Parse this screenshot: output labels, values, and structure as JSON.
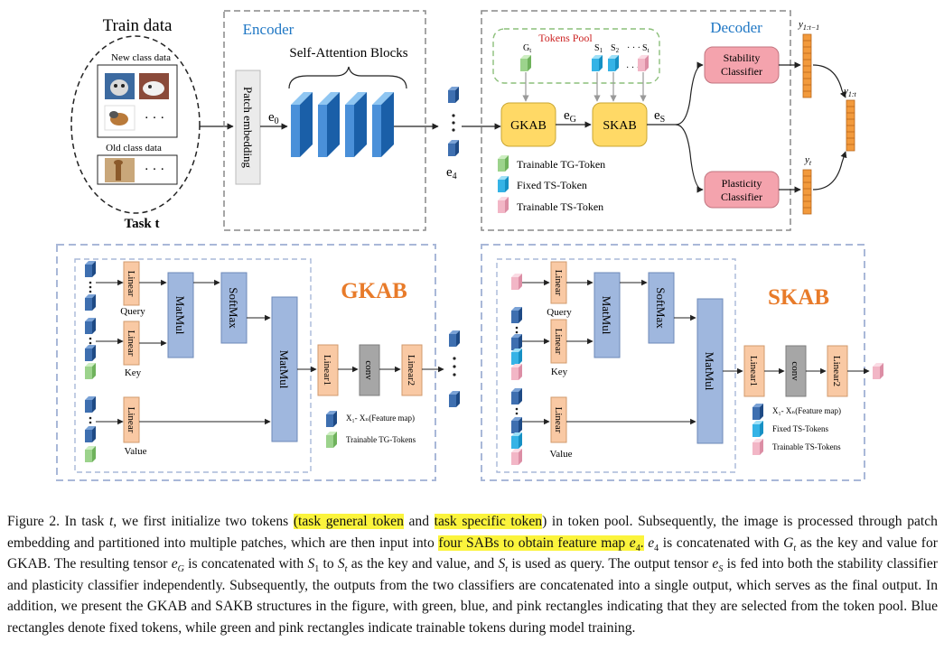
{
  "figure": {
    "train_data": {
      "title": "Train data",
      "new_class_label": "New class data",
      "old_class_label": "Old class data",
      "ellipsis": "· · ·",
      "task_label": "Task t"
    },
    "encoder": {
      "title": "Encoder",
      "patch_embedding": "Patch embedding",
      "sab_label": "Self-Attention Blocks",
      "e0": "e",
      "e0_sub": "0",
      "e4": "e",
      "e4_sub": "4"
    },
    "decoder": {
      "title": "Decoder",
      "tokens_pool_label": "Tokens  Pool",
      "g_token": "G",
      "g_sub": "t",
      "s1": "S",
      "s1_sub": "1",
      "s2": "S",
      "s2_sub": "2",
      "st": "S",
      "st_sub": "t",
      "gkab": "GKAB",
      "skab": "SKAB",
      "eg": "e",
      "eg_sub": "G",
      "es": "e",
      "es_sub": "S",
      "stability": "Stability Classifier",
      "plasticity": "Plasticity Classifier",
      "legend_tg": "Trainable TG-Token",
      "legend_fixed": "Fixed TS-Token",
      "legend_ts": "Trainable TS-Token",
      "y_prev": "y",
      "y_prev_sub": "1:t−1",
      "y_all": "y",
      "y_all_sub": "1:t",
      "y_t": "y",
      "y_t_sub": "t"
    },
    "gkab_panel": {
      "title": "GKAB",
      "linear": "Linear",
      "query": "Query",
      "key": "Key",
      "value": "Value",
      "matmul": "MatMul",
      "softmax": "SoftMax",
      "linear1": "Linear1",
      "conv": "conv",
      "linear2": "Linear2",
      "legend_feature": "X₁- Xₙ(Feature map)",
      "legend_tg": "Trainable TG-Tokens"
    },
    "skab_panel": {
      "title": "SKAB",
      "linear": "Linear",
      "query": "Query",
      "key": "Key",
      "value": "Value",
      "matmul": "MatMul",
      "softmax": "SoftMax",
      "linear1": "Linear1",
      "conv": "conv",
      "linear2": "Linear2",
      "legend_feature": "X₁- Xₙ(Feature map)",
      "legend_fixed": "Fixed TS-Tokens",
      "legend_ts": "Trainable TS-Tokens"
    },
    "colors": {
      "encoder_title": "#1f77c4",
      "decoder_title": "#1f77c4",
      "panel_title": "#e87b2a",
      "block_yellow": "#ffd966",
      "classifier_pink": "#f4a3ad",
      "linear_orange": "#f9c9a4",
      "matmul_blue": "#9fb7de",
      "conv_gray": "#a6a6a6",
      "token_blue": "#3e6fb0",
      "token_cyan": "#35b3e6",
      "token_green": "#9cd38c",
      "token_pink": "#f2b6c6",
      "output_orange": "#f29a3c",
      "tokens_pool_red": "#cc2222"
    }
  },
  "caption": {
    "p1": "Figure 2.  In task ",
    "t": "t",
    "p2": ", we first initialize two tokens ",
    "h1": "(task general token",
    "p3": " and ",
    "h2": "task specific token",
    "p4": ") in token pool.  Subsequently, the image is processed through patch embedding and partitioned into multiple patches, which are then input into ",
    "h3": "four SABs to obtain feature map ",
    "h3_e": "e",
    "h3_sub": "4",
    "h3_end": ".",
    "p5_e": "e",
    "p5_sub": "4",
    "p5a": " is concatenated with ",
    "p5_g": "G",
    "p5_gsub": "t",
    "p5b": " as the key and value for GKAB. The resulting tensor ",
    "p5_eg": "e",
    "p5_egsub": "G",
    "p5c": " is concatenated with ",
    "p5_s1": "S",
    "p5_s1sub": "1",
    "p5d": " to ",
    "p5_st": "S",
    "p5_stsub": "t",
    "p5e": " as the key and value, and ",
    "p5_st2": "S",
    "p5_st2sub": "t",
    "p5f": " is used as query. The output tensor ",
    "p5_es": "e",
    "p5_essub": "S",
    "p5g": " is fed into both the stability classifier and plasticity classifier independently. Subsequently, the outputs from the two classifiers are concatenated into a single output, which serves as the final output. In addition, we present the GKAB and SAKB structures in the figure, with green, blue, and pink rectangles indicating that they are selected from the token pool. Blue rectangles denote fixed tokens, while green and pink rectangles indicate trainable tokens during model training."
  }
}
